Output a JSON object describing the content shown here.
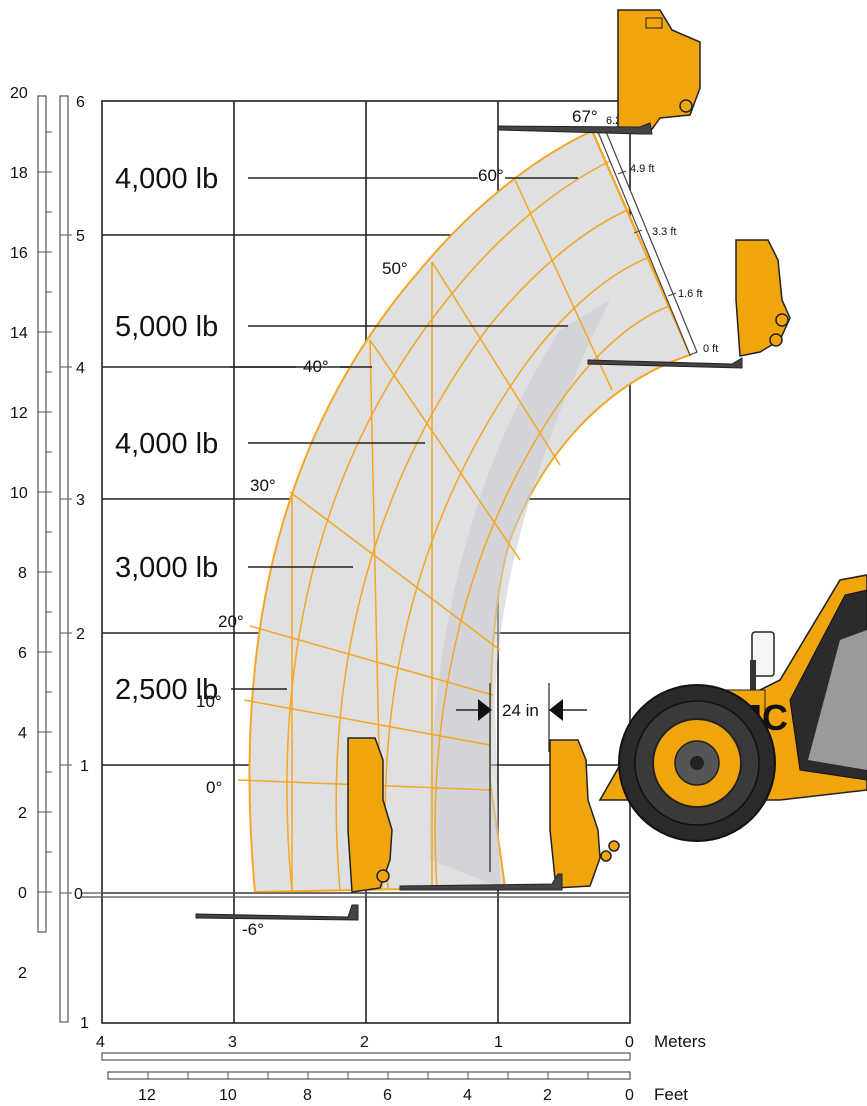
{
  "load_zones": [
    {
      "label": "4,000 lb"
    },
    {
      "label": "5,000 lb"
    },
    {
      "label": "4,000 lb"
    },
    {
      "label": "3,000 lb"
    },
    {
      "label": "2,500 lb"
    }
  ],
  "boom_angles": [
    {
      "label": "67°"
    },
    {
      "label": "60°"
    },
    {
      "label": "50°"
    },
    {
      "label": "40°"
    },
    {
      "label": "30°"
    },
    {
      "label": "20°"
    },
    {
      "label": "10°"
    },
    {
      "label": "0°"
    },
    {
      "label": "-6°"
    }
  ],
  "extension_marks": [
    {
      "label": "6.2 ft"
    },
    {
      "label": "4.9 ft"
    },
    {
      "label": "3.3 ft"
    },
    {
      "label": "1.6 ft"
    },
    {
      "label": "0 ft"
    }
  ],
  "frame_clearance": {
    "label": "24 in"
  },
  "vertical_scale_meters": [
    "6",
    "5",
    "4",
    "3",
    "2",
    "1",
    "0",
    "1"
  ],
  "vertical_scale_feet": [
    "20",
    "18",
    "16",
    "14",
    "12",
    "10",
    "8",
    "6",
    "4",
    "2",
    "0",
    "2"
  ],
  "horizontal_scale_meters": {
    "ticks": [
      "4",
      "3",
      "2",
      "1",
      "0"
    ],
    "unit": "Meters"
  },
  "horizontal_scale_feet": {
    "ticks": [
      "12",
      "10",
      "8",
      "6",
      "4",
      "2",
      "0"
    ],
    "unit": "Feet"
  },
  "brand_partial": "JC",
  "colors": {
    "envelope_fill": "#dfe0e2",
    "envelope_line": "#f5a623",
    "machine_yellow": "#f0a50c",
    "grid": "#222222"
  }
}
